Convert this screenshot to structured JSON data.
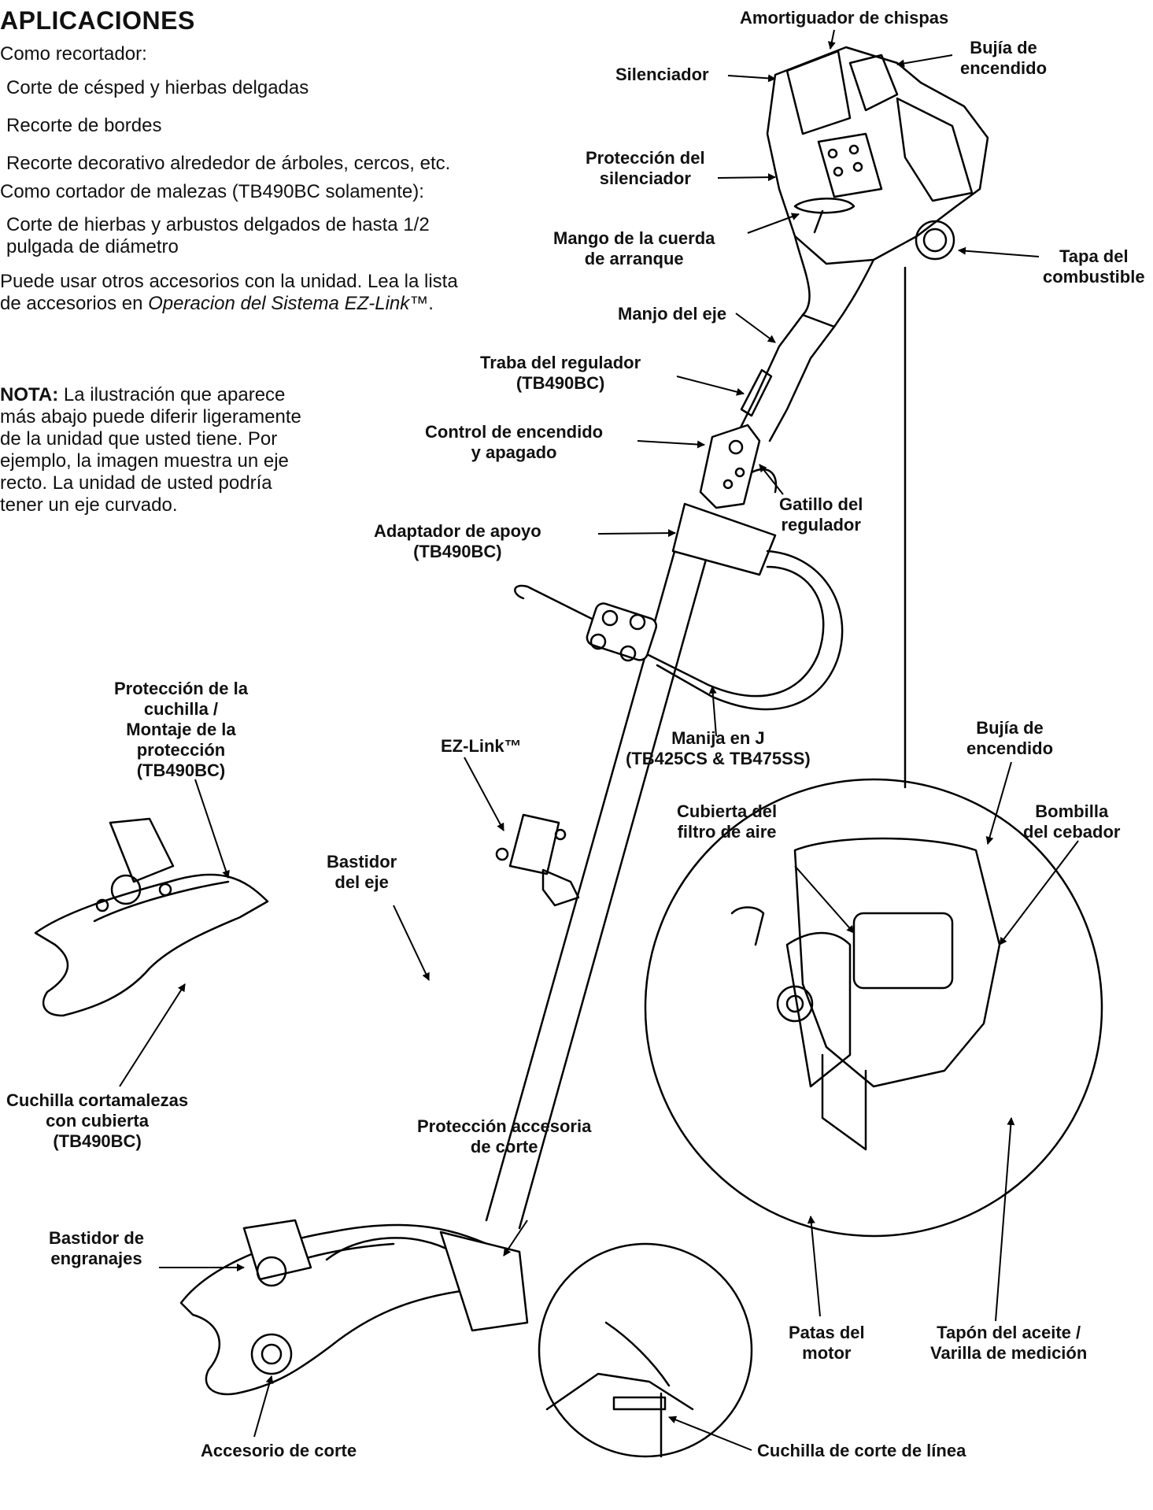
{
  "intro": {
    "heading": "APLICACIONES",
    "line1": "Como recortador:",
    "line2": "Corte de césped y hierbas delgadas",
    "line3": "Recorte de bordes",
    "line4": "Recorte decorativo alrededor de árboles, cercos, etc.",
    "line5": "Como cortador de malezas (TB490BC solamente):",
    "line6a": "Corte de hierbas y arbustos delgados de hasta 1/2",
    "line6b": "pulgada de diámetro",
    "line7a": "Puede usar otros accesorios con la unidad. Lea la lista",
    "line7b_plain": "de accesorios en ",
    "line7b_italic": "Operacion del Sistema EZ-Link™",
    "line7b_end": "."
  },
  "note": {
    "label": "NOTA:",
    "text": "La ilustración que aparece más abajo puede diferir ligeramente de la unidad que usted tiene. Por ejemplo, la imagen muestra un eje recto. La unidad de usted podría tener un eje curvado."
  },
  "labels": {
    "spark_arrestor": "Amortiguador de chispas",
    "spark_plug_top_1": "Bujía de",
    "spark_plug_top_2": "encendido",
    "muffler": "Silenciador",
    "muffler_guard_1": "Protección del",
    "muffler_guard_2": "silenciador",
    "starter_rope_1": "Mango de la cuerda",
    "starter_rope_2": "de arranque",
    "fuel_cap_1": "Tapa del",
    "fuel_cap_2": "combustible",
    "shaft_handle": "Manjo del eje",
    "throttle_lock_1": "Traba del regulador",
    "throttle_lock_2": "(TB490BC)",
    "onoff_1": "Control de encendido",
    "onoff_2": "y apagado",
    "throttle_trigger_1": "Gatillo del",
    "throttle_trigger_2": "regulador",
    "support_adapter_1": "Adaptador de apoyo",
    "support_adapter_2": "(TB490BC)",
    "j_handle_1": "Manija en J",
    "j_handle_2": "(TB425CS & TB475SS)",
    "blade_guard_1": "Protección de la",
    "blade_guard_2": "cuchilla /",
    "blade_guard_3": "Montaje de la",
    "blade_guard_4": "protección",
    "blade_guard_5": "(TB490BC)",
    "ezlink": "EZ-Link™",
    "shaft_housing_1": "Bastidor",
    "shaft_housing_2": "del eje",
    "spark_plug_inset_1": "Bujía de",
    "spark_plug_inset_2": "encendido",
    "air_filter_1": "Cubierta del",
    "air_filter_2": "filtro de aire",
    "primer_1": "Bombilla",
    "primer_2": "del cebador",
    "brush_blade_1": "Cuchilla cortamalezas",
    "brush_blade_2": "con cubierta",
    "brush_blade_3": "(TB490BC)",
    "cutting_guard_1": "Protección accesoria",
    "cutting_guard_2": "de corte",
    "gear_housing_1": "Bastidor de",
    "gear_housing_2": "engranajes",
    "engine_legs_1": "Patas del",
    "engine_legs_2": "motor",
    "oil_cap_1": "Tapón del aceite /",
    "oil_cap_2": "Varilla de medición",
    "cutting_attachment": "Accesorio de corte",
    "line_blade": "Cuchilla de corte de línea"
  }
}
